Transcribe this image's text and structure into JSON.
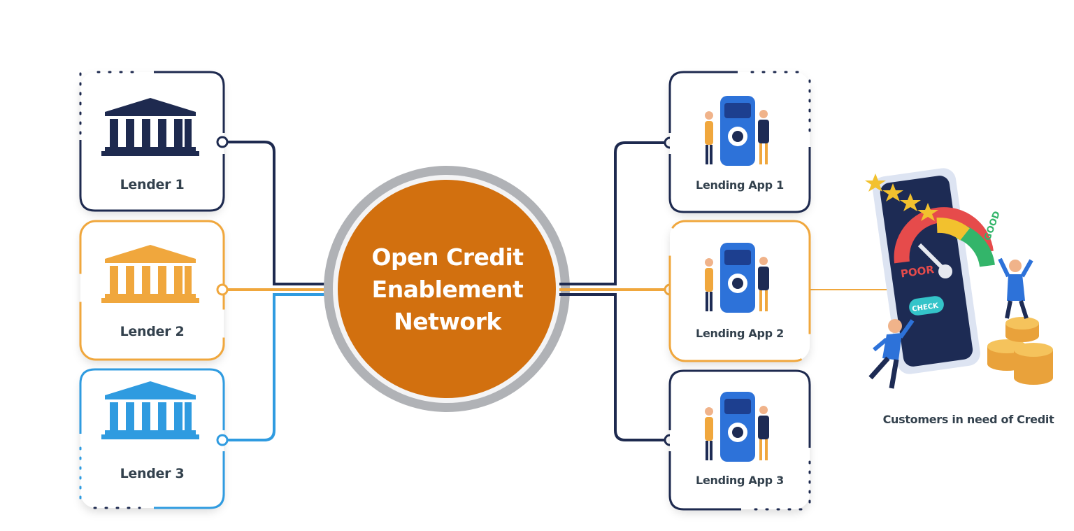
{
  "hub": {
    "title": "Open Credit\nEnablement\nNetwork"
  },
  "lenders": [
    {
      "label": "Lender 1",
      "color": "#1e2a4f"
    },
    {
      "label": "Lender 2",
      "color": "#f0a73d"
    },
    {
      "label": "Lender 3",
      "color": "#2f9be0"
    }
  ],
  "apps": [
    {
      "label": "Lending App 1"
    },
    {
      "label": "Lending App 2"
    },
    {
      "label": "Lending App 3"
    }
  ],
  "customers": {
    "label": "Customers in need of Credit",
    "phone_texts": [
      "POOR",
      "CHECK",
      "GOOD"
    ]
  },
  "colors": {
    "navy": "#1e2a4f",
    "orange_line": "#f0a73d",
    "blue_line": "#2f9be0",
    "hub_fill": "#d2700f",
    "hub_ring": "#a9abb0",
    "app_blue": "#2d72d9"
  },
  "icons": [
    "bank-icon",
    "lending-app-icon",
    "credit-score-phone-icon"
  ]
}
